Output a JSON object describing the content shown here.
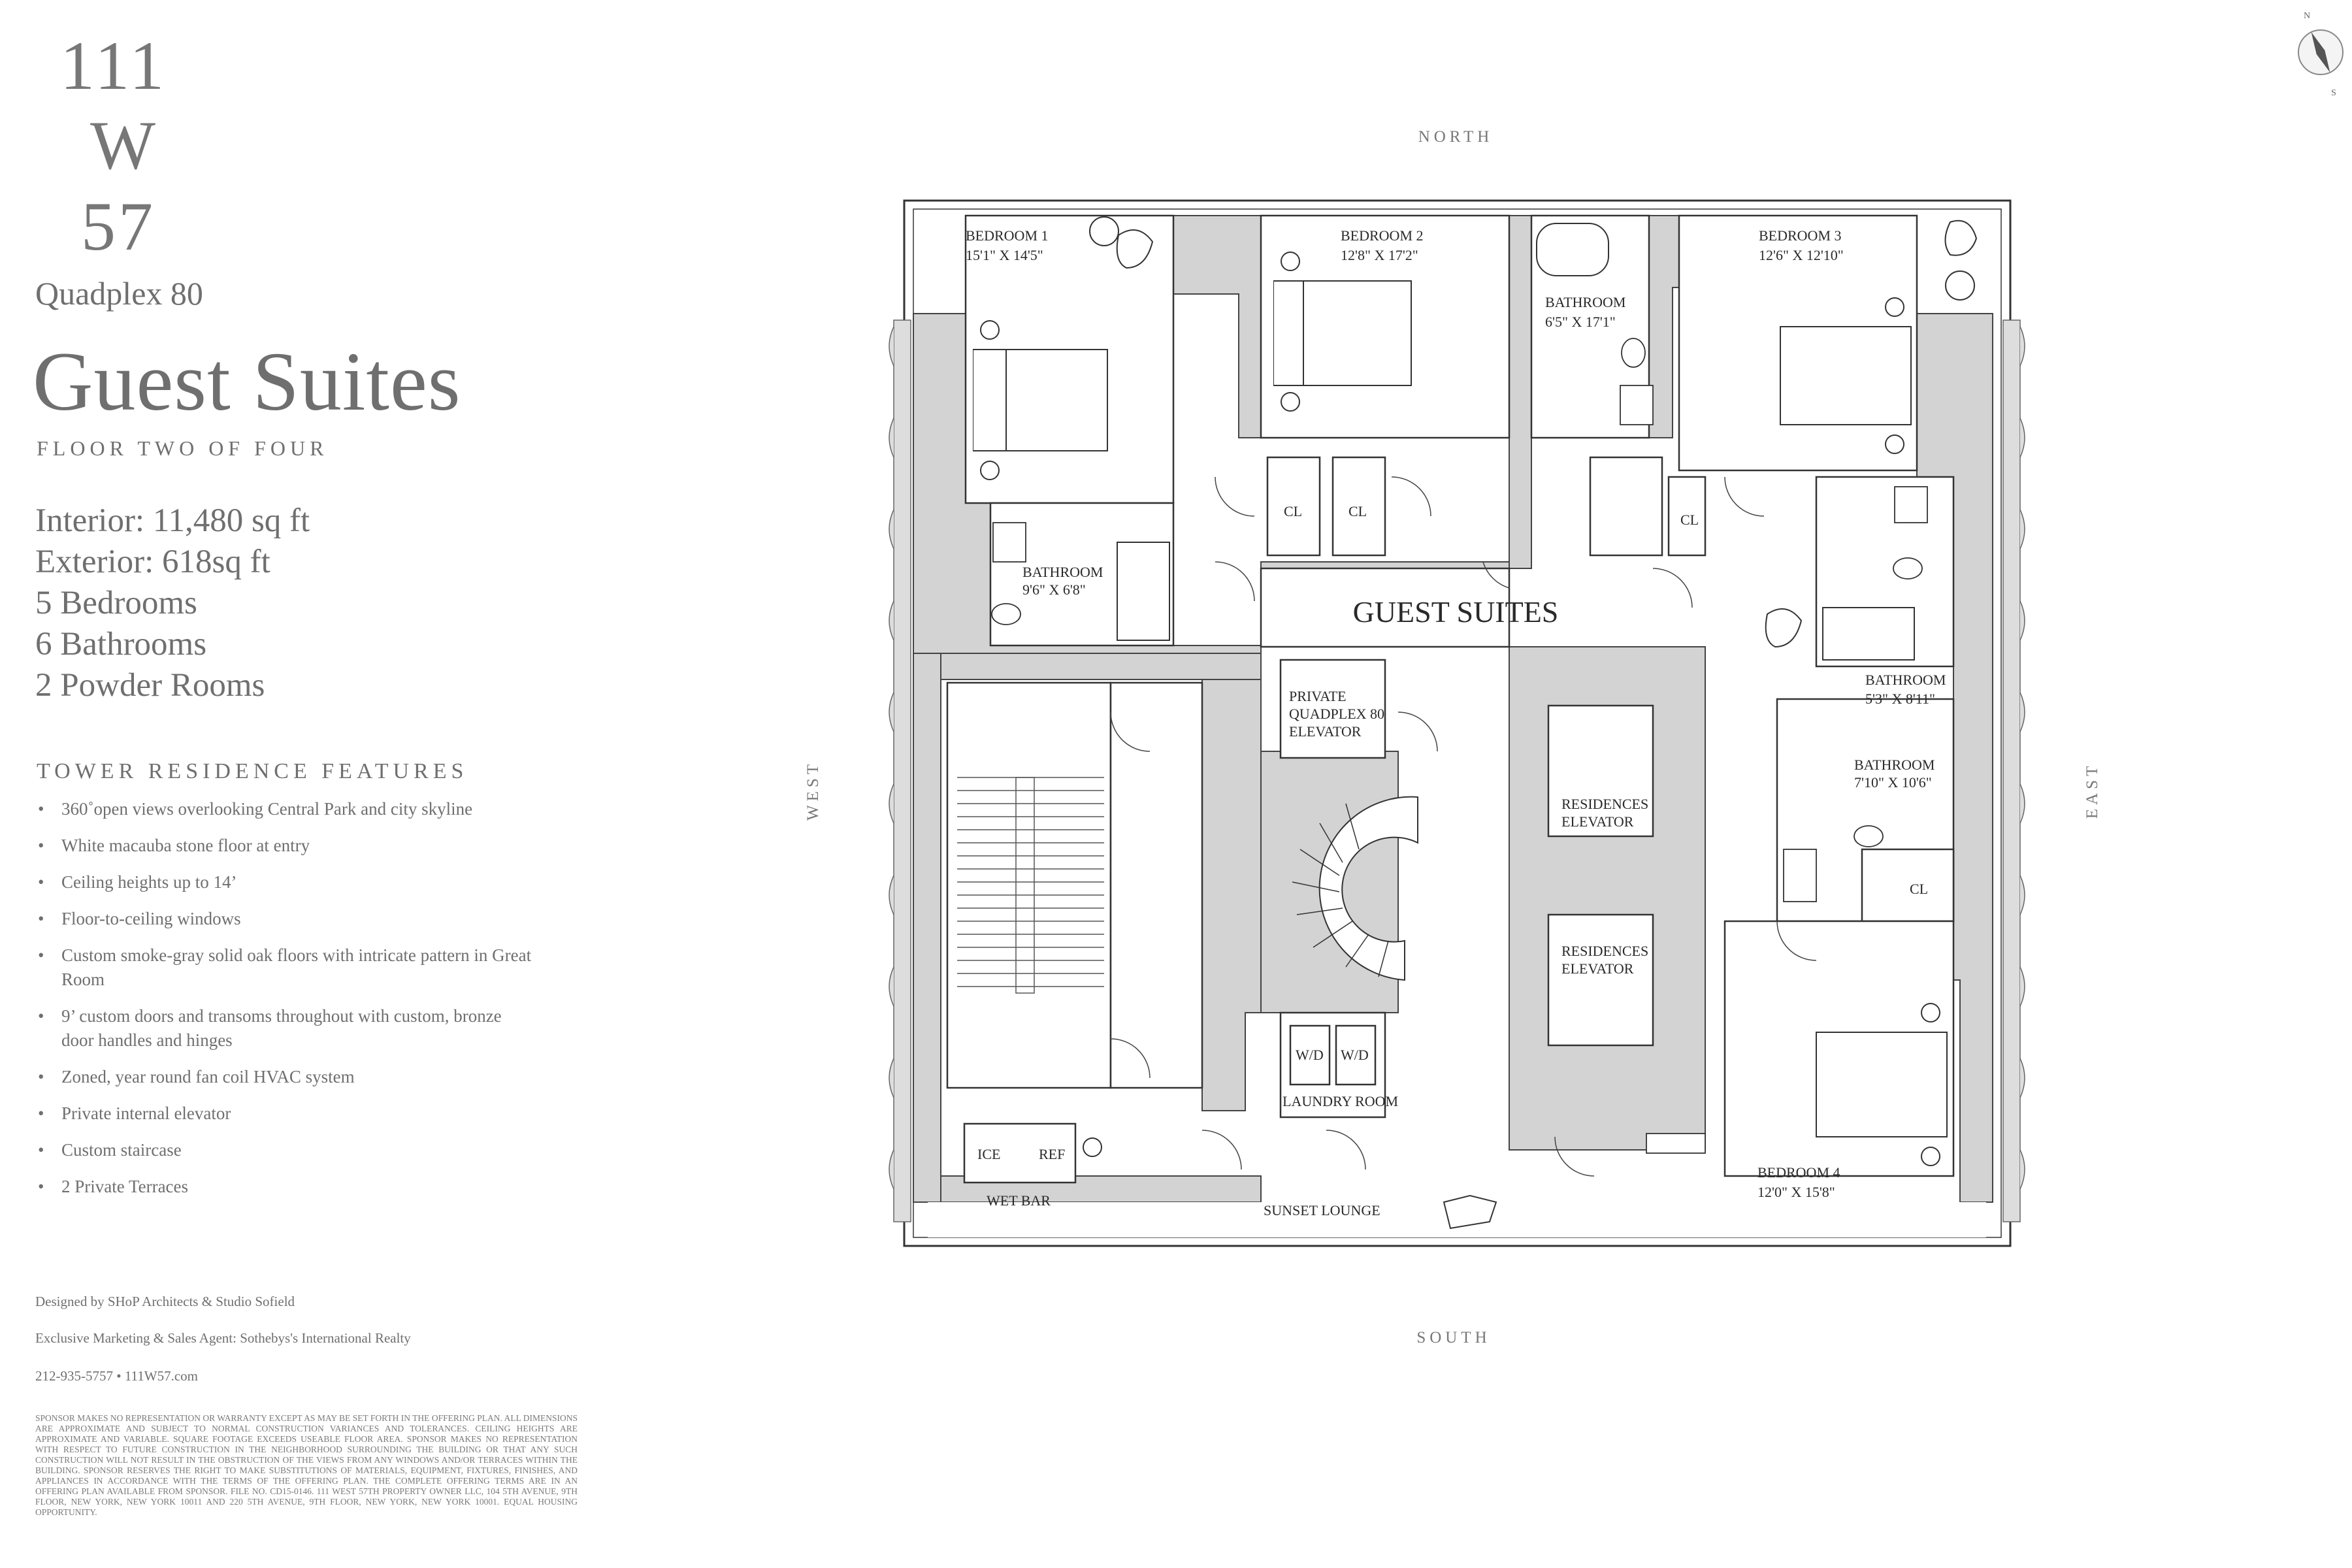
{
  "brand": {
    "line1": "111",
    "line2": "W",
    "line3": "57"
  },
  "subtitle": "Quadplex 80",
  "title": "Guest Suites",
  "floor_line": "FLOOR TWO OF FOUR",
  "stats": [
    "Interior: 11,480 sq ft",
    "Exterior: 618sq ft",
    "5 Bedrooms",
    "6 Bathrooms",
    "2 Powder Rooms"
  ],
  "features_heading": "TOWER RESIDENCE FEATURES",
  "features": [
    "360˚open views overlooking Central Park and city skyline",
    "White macauba stone floor at entry",
    "Ceiling heights up to 14’",
    "Floor-to-ceiling windows",
    "Custom smoke-gray solid oak floors with intricate pattern in Great Room",
    "9’ custom doors and transoms throughout with custom, bronze door handles and hinges",
    "Zoned, year round fan coil HVAC system",
    "Private internal elevator",
    "Custom staircase",
    "2 Private Terraces"
  ],
  "bullet": "•",
  "credits": {
    "designed_by": "Designed by SHoP Architects & Studio Sofield",
    "marketing": "Exclusive Marketing & Sales Agent: Sothebys's International Realty",
    "contact": "212-935-5757  •  111W57.com"
  },
  "disclaimer": "Sponsor makes no representation or warranty except as may be set forth in the offering plan. All dimensions are approximate and subject to normal construction variances and tolerances. Ceiling heights are approximate and variable. Square footage exceeds useable floor area. Sponsor makes no representation with respect to future construction in the neighborhood surrounding the building or that any such construction will not result in the obstruction of the views from any windows and/or terraces within the building. Sponsor reserves the right to make substitutions of materials, equipment, fixtures, finishes, and appliances in accordance with the terms of the offering plan. The complete offering terms are in an offering plan available from sponsor. File No. CD15-0146. 111 West 57th Property Owner LLC, 104 5th Avenue, 9th Floor, New York, New York 10011 and 220 5th Avenue, 9th Floor, New York, New York 10001. Equal housing opportunity.",
  "compass": {
    "n": "N",
    "s": "S"
  },
  "directions": {
    "north": "NORTH",
    "south": "SOUTH",
    "east": "EAST",
    "west": "WEST"
  },
  "plan": {
    "center_label": "GUEST SUITES",
    "bedroom1": {
      "name": "BEDROOM 1",
      "dims": "15'1\" X 14'5\""
    },
    "bedroom2": {
      "name": "BEDROOM 2",
      "dims": "12'8\" X 17'2\""
    },
    "bedroom3": {
      "name": "BEDROOM 3",
      "dims": "12'6\" X 12'10\""
    },
    "bedroom4": {
      "name": "BEDROOM 4",
      "dims": "12'0\" X 15'8\""
    },
    "bathroom_nw": {
      "name": "BATHROOM",
      "dims": "9'6\" X 6'8\""
    },
    "bathroom_n": {
      "name": "BATHROOM",
      "dims": "6'5\" X 17'1\""
    },
    "bathroom_e1": {
      "name": "BATHROOM",
      "dims": "5'3\" X 8'11\""
    },
    "bathroom_e2": {
      "name": "BATHROOM",
      "dims": "7'10\" X 10'6\""
    },
    "closet": "CL",
    "private_elevator": [
      "PRIVATE",
      "QUADPLEX 80",
      "ELEVATOR"
    ],
    "residences_elevator": [
      "RESIDENCES",
      "ELEVATOR"
    ],
    "wd": "W/D",
    "laundry": "LAUNDRY ROOM",
    "ice": "ICE",
    "ref": "REF",
    "wet_bar": "WET BAR",
    "sunset_lounge": "SUNSET LOUNGE"
  }
}
